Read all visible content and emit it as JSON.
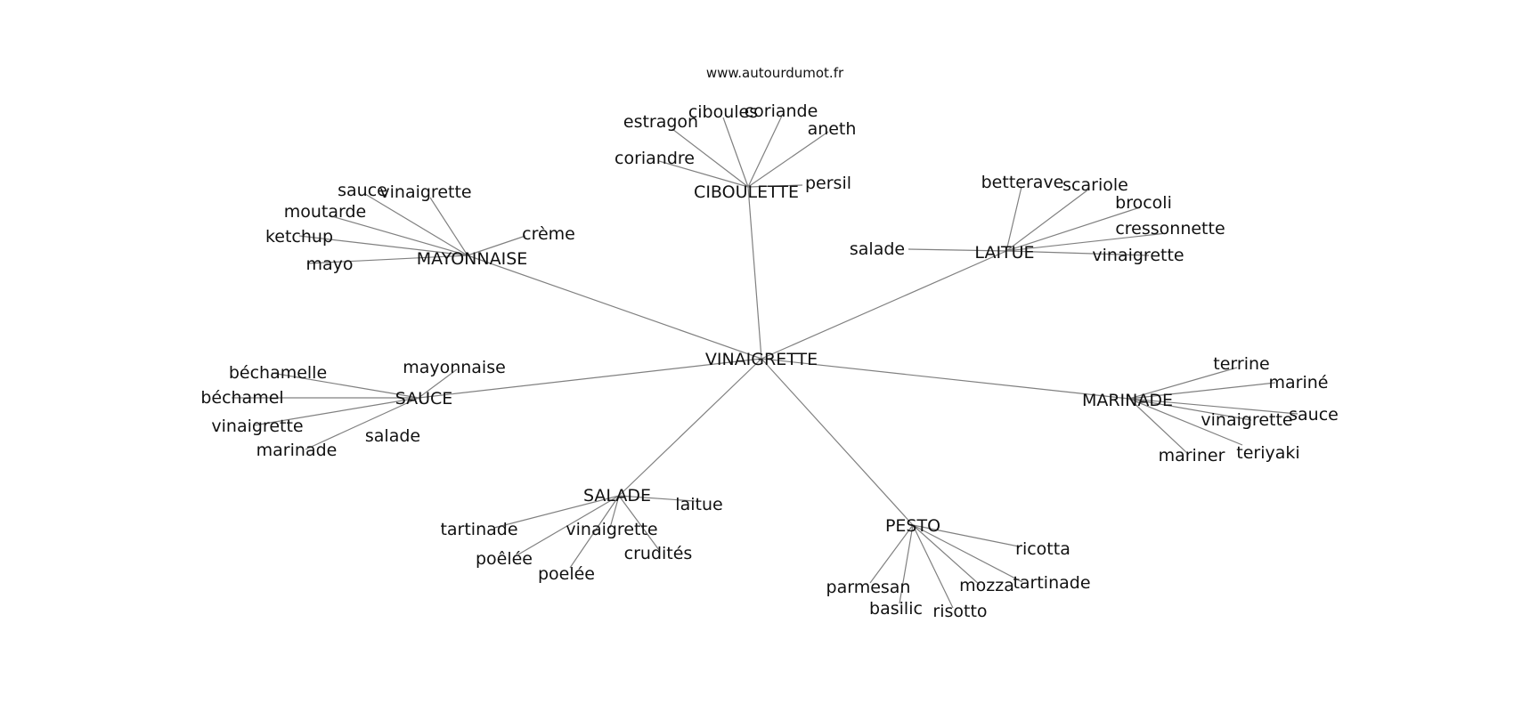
{
  "site": "www.autourdumot.fr",
  "center": "VINAIGRETTE",
  "hubs": [
    {
      "id": "ciboulette",
      "label": "CIBOULETTE",
      "leaves": [
        "estragon",
        "ciboules",
        "coriande",
        "aneth",
        "coriandre",
        "persil"
      ]
    },
    {
      "id": "mayonnaise",
      "label": "MAYONNAISE",
      "leaves": [
        "sauce",
        "vinaigrette",
        "moutarde",
        "ketchup",
        "mayo",
        "crème"
      ]
    },
    {
      "id": "laitue",
      "label": "LAITUE",
      "leaves": [
        "betterave",
        "scariole",
        "brocoli",
        "cressonnette",
        "salade",
        "vinaigrette"
      ]
    },
    {
      "id": "sauce",
      "label": "SAUCE",
      "leaves": [
        "béchamelle",
        "mayonnaise",
        "béchamel",
        "vinaigrette",
        "salade",
        "marinade"
      ]
    },
    {
      "id": "marinade",
      "label": "MARINADE",
      "leaves": [
        "terrine",
        "mariné",
        "sauce",
        "vinaigrette",
        "teriyaki",
        "mariner"
      ]
    },
    {
      "id": "salade",
      "label": "SALADE",
      "leaves": [
        "laitue",
        "tartinade",
        "vinaigrette",
        "crudités",
        "poêlée",
        "poelée"
      ]
    },
    {
      "id": "pesto",
      "label": "PESTO",
      "leaves": [
        "ricotta",
        "tartinade",
        "mozza",
        "risotto",
        "basilic",
        "parmesan"
      ]
    }
  ]
}
